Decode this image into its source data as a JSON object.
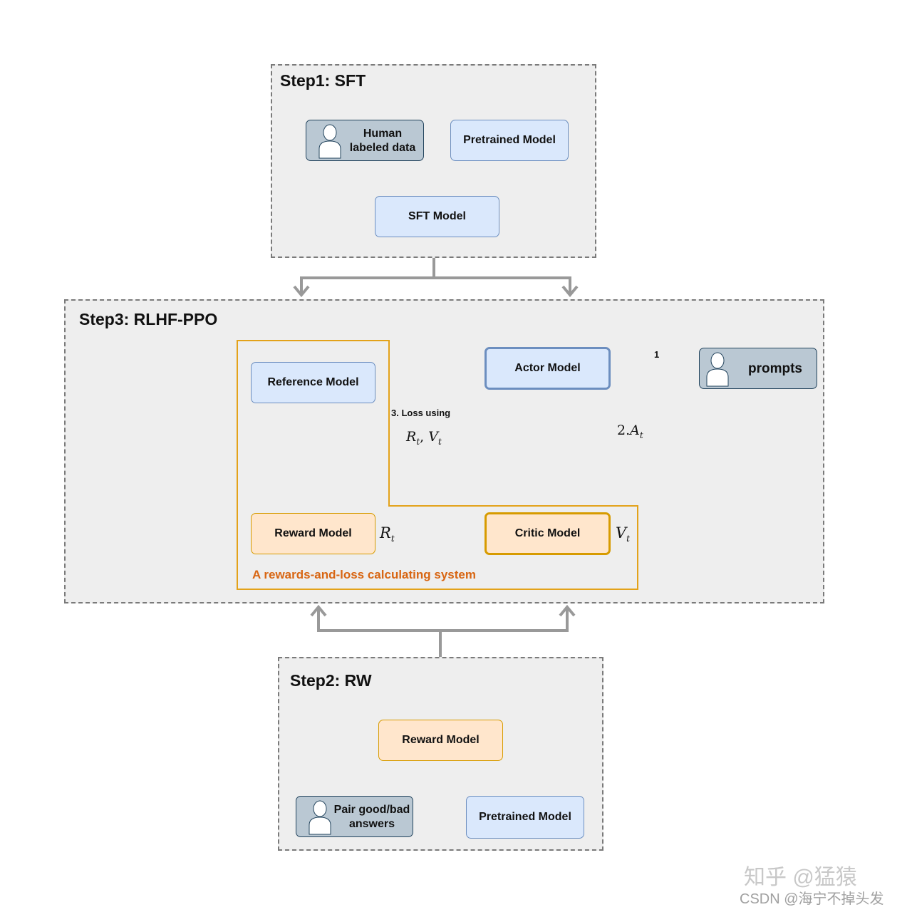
{
  "step1": {
    "title": "Step1: SFT",
    "human_data_label_line1": "Human",
    "human_data_label_line2": "labeled data",
    "pretrained_label": "Pretrained Model",
    "sft_label": "SFT Model"
  },
  "step3": {
    "title": "Step3: RLHF-PPO",
    "reference_label": "Reference Model",
    "actor_label": "Actor Model",
    "prompts_label": "prompts",
    "reward_label": "Reward Model",
    "critic_label": "Critic Model",
    "system_label": "A rewards-and-loss calculating system",
    "edge1_label": "1",
    "edge2_label": "2.",
    "edge2_var": "A",
    "edge2_sub": "t",
    "edge3_label": "3. Loss using",
    "loss_r": "R",
    "loss_r_sub": "t",
    "loss_sep": ", ",
    "loss_v": "V",
    "loss_v_sub": "t",
    "reward_out": "R",
    "reward_out_sub": "t",
    "critic_out": "V",
    "critic_out_sub": "t"
  },
  "step2": {
    "title": "Step2: RW",
    "reward_label": "Reward Model",
    "pair_label_line1": "Pair good/bad",
    "pair_label_line2": "answers",
    "pretrained_label": "Pretrained Model"
  },
  "watermark": {
    "line1": "知乎 @猛猿",
    "line2": "CSDN @海宁不掉头发"
  },
  "colors": {
    "blue_fill": "#dae8fc",
    "blue_stroke": "#6c8ebf",
    "orange_fill": "#ffe6cc",
    "orange_stroke": "#d79b00",
    "person_fill": "#bac8d3",
    "system_frame": "#e3a21a",
    "system_text": "#d86613",
    "panel_fill": "#eeeeee"
  }
}
